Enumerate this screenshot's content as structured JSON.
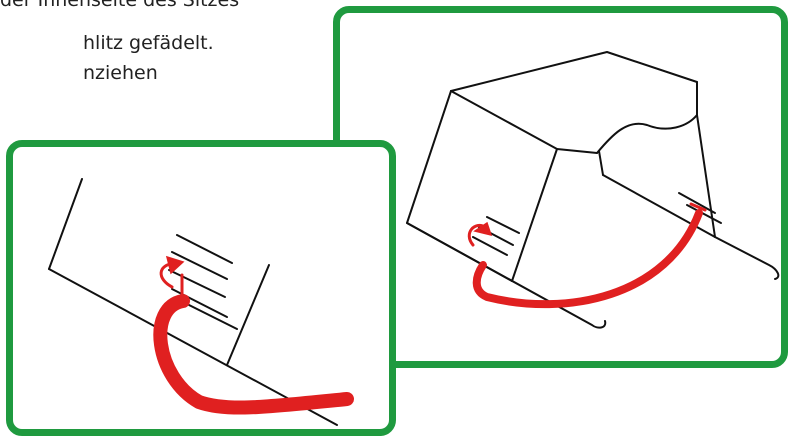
{
  "instruction_text": {
    "line_1": "der Innenseite des Sitzes",
    "line_2": "hlitz gefädelt.",
    "line_3": "nziehen"
  },
  "colors": {
    "panel_border": "#1f9a3f",
    "strap": "#e02020",
    "line_art": "#111111"
  },
  "panels": {
    "right": {
      "subject": "seat-cushion-with-strap-threaded-through-slot"
    },
    "left": {
      "subject": "closeup-slot-with-strap-and-pull-arrow"
    }
  }
}
